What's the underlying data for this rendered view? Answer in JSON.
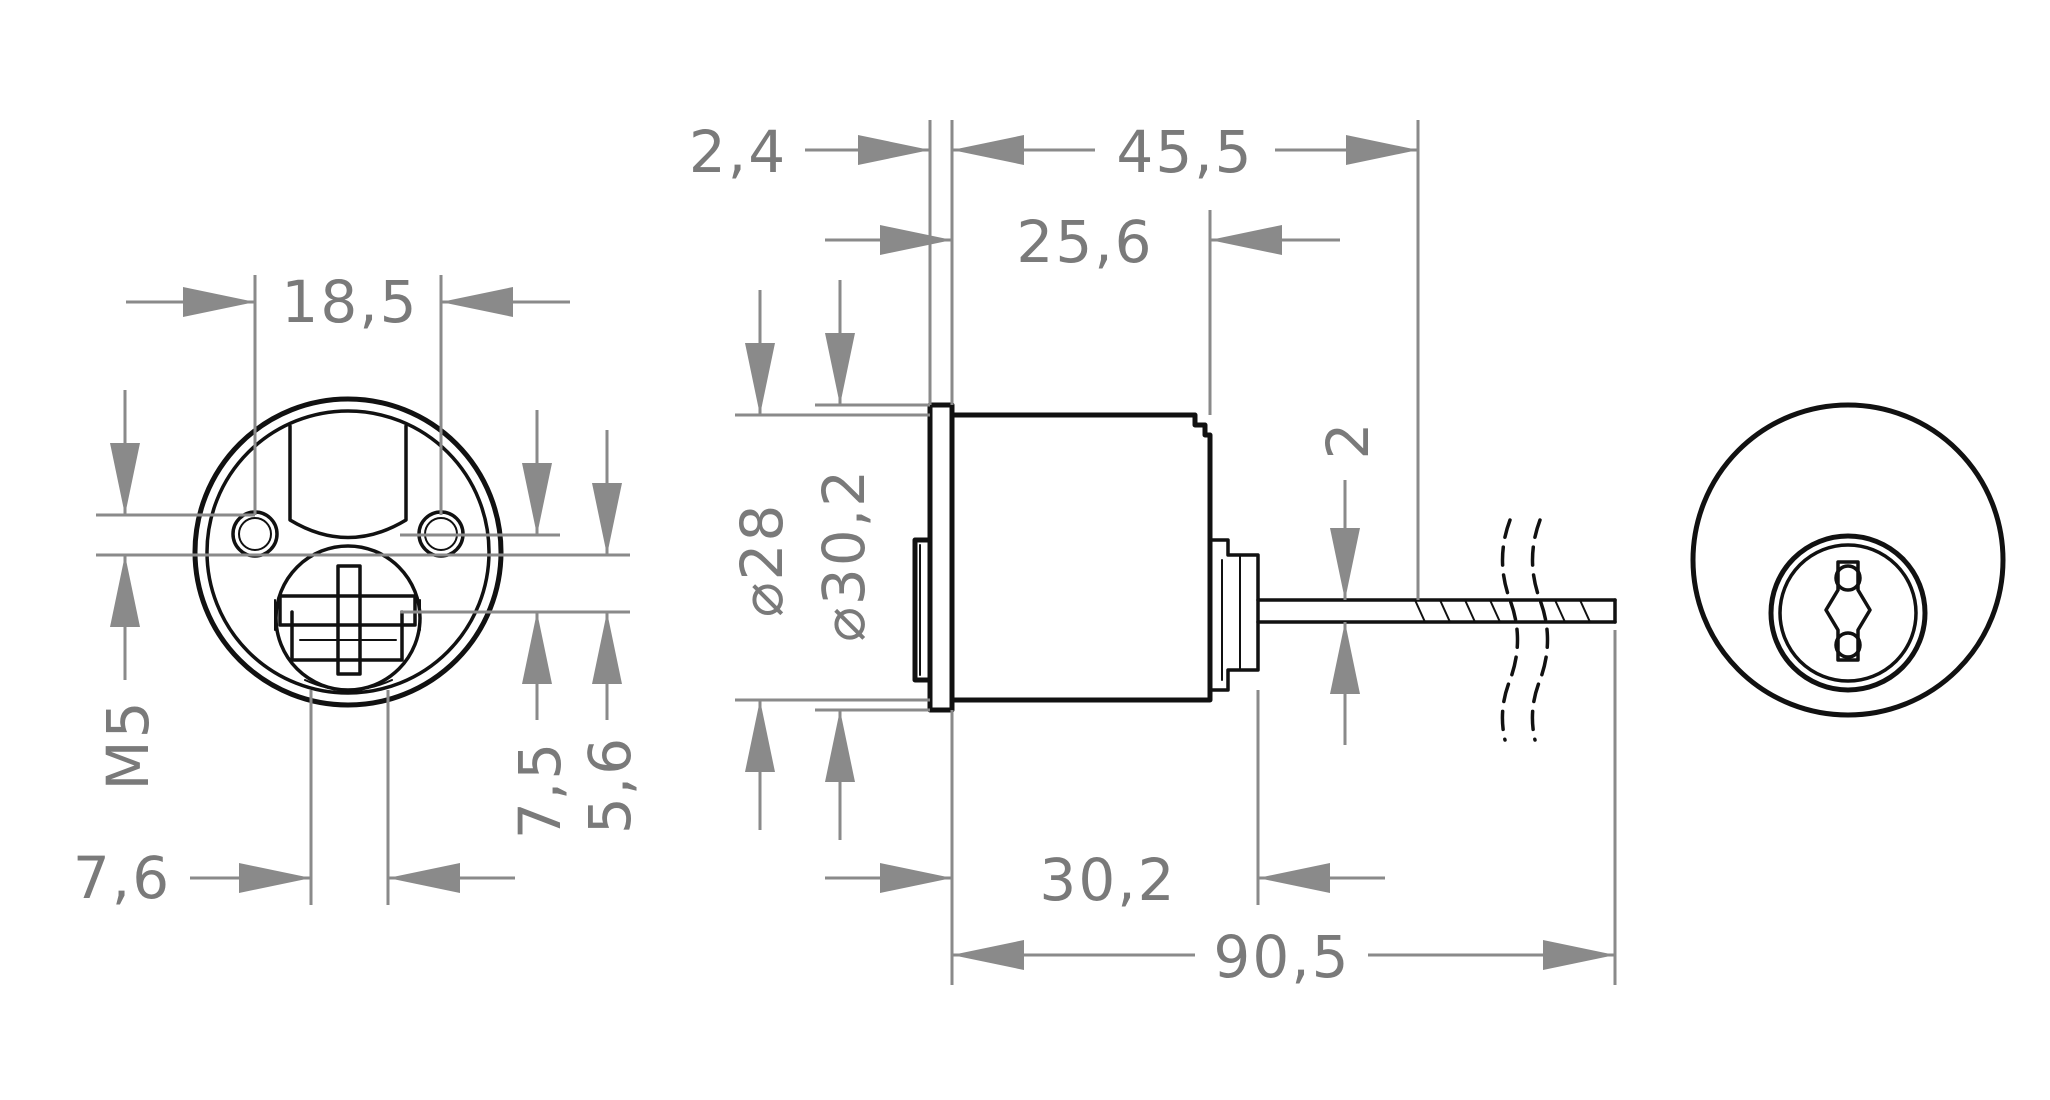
{
  "diagram": {
    "labels": {
      "front_width": "18,5",
      "thread": "M5",
      "offset_a": "7,5",
      "offset_b": "5,6",
      "cam_width": "7,6",
      "flange": "2,4",
      "length_total_body": "45,5",
      "body_length": "25,6",
      "diameter_body": "⌀28",
      "diameter_flange": "⌀30,2",
      "tail_thickness": "2",
      "tail_offset": "30,2",
      "overall_length": "90,5"
    },
    "colors": {
      "outline": "#111111",
      "dimension": "#8a8a8a",
      "dimension_text": "#7a7a7a"
    }
  }
}
